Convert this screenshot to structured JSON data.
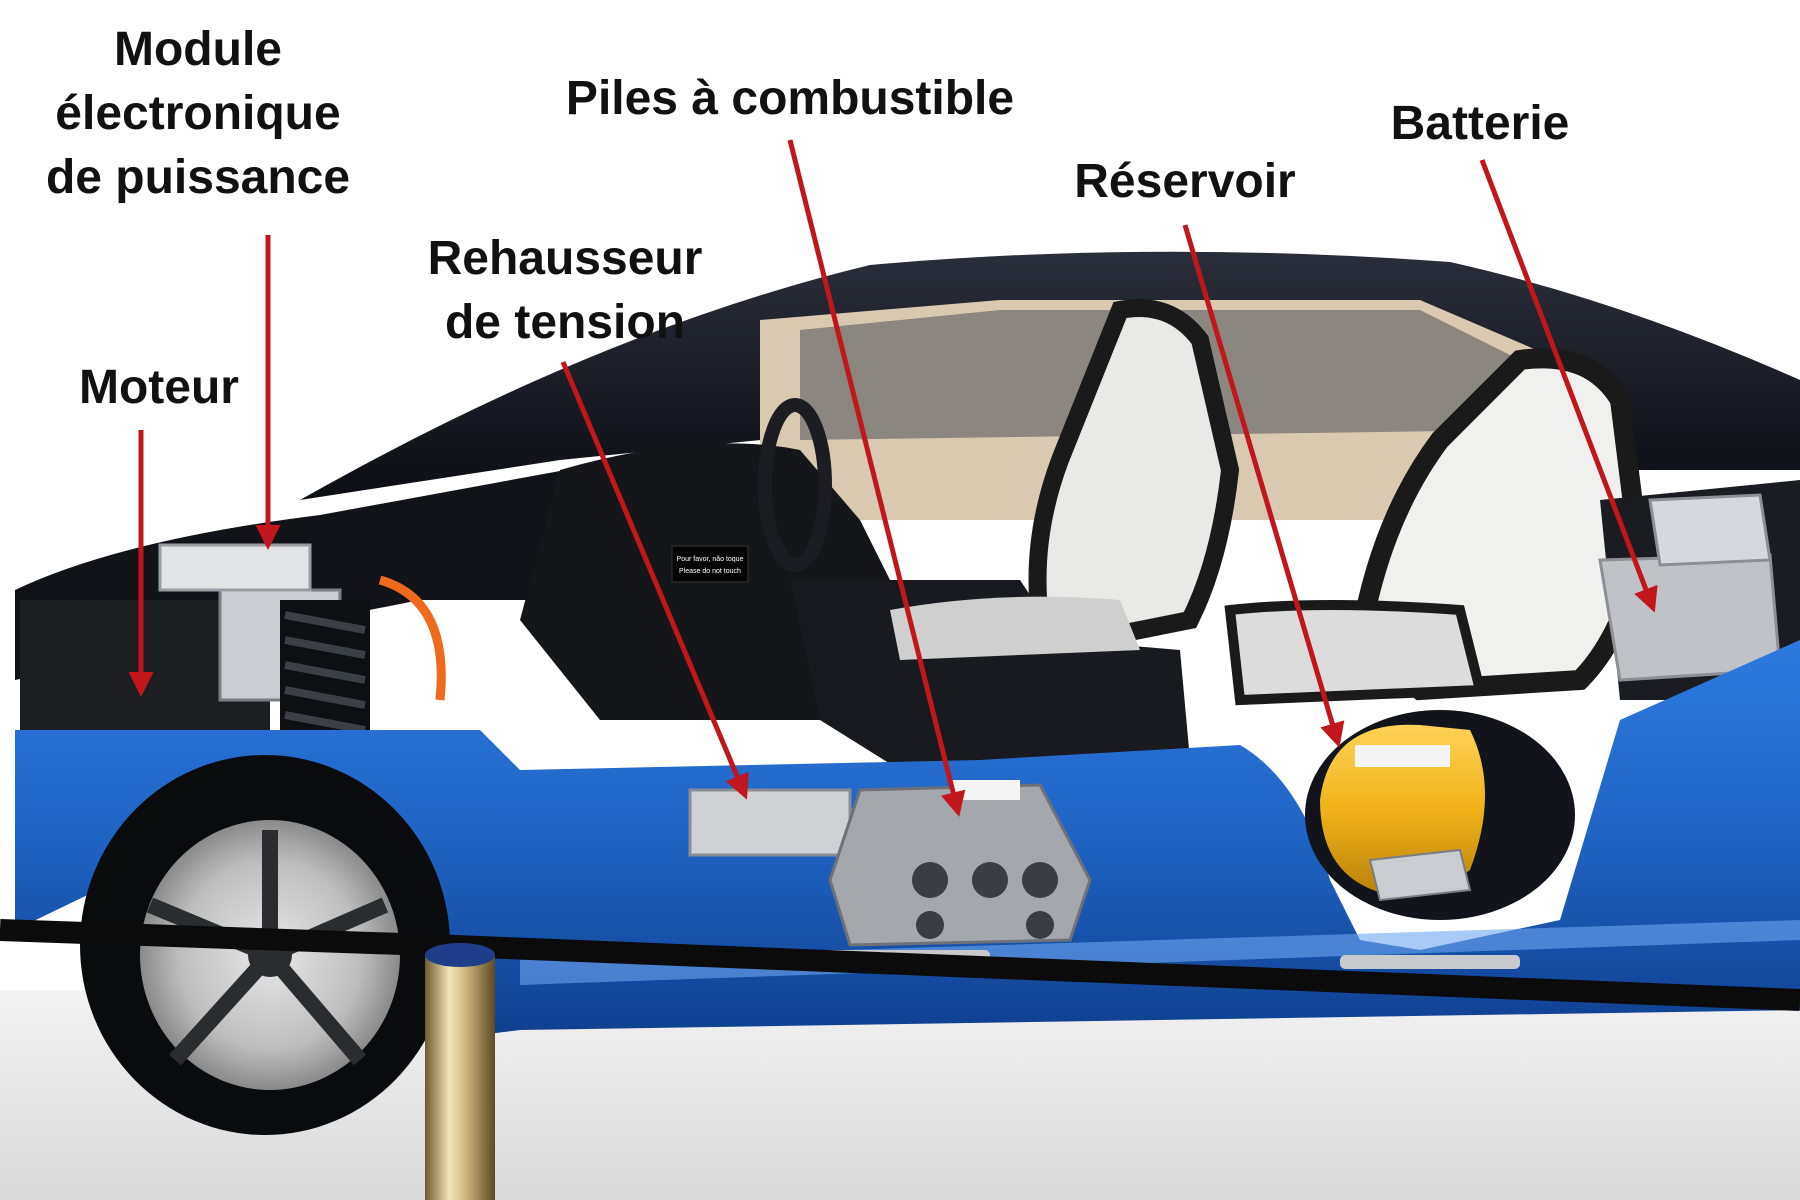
{
  "labels": {
    "module": [
      "Module",
      "électronique",
      "de puissance"
    ],
    "moteur": "Moteur",
    "rehausseur": [
      "Rehausseur",
      "de tension"
    ],
    "piles": "Piles à combustible",
    "reservoir": "Réservoir",
    "batterie": "Batterie"
  },
  "sign": [
    "Pour favor, não toque",
    "Please do not touch"
  ],
  "colors": {
    "body_blue": "#1f63c4",
    "body_blue_dark": "#103f8c",
    "arrow_red": "#c0161c",
    "tank_yellow": "#f0b21a",
    "label_text": "#111111"
  }
}
